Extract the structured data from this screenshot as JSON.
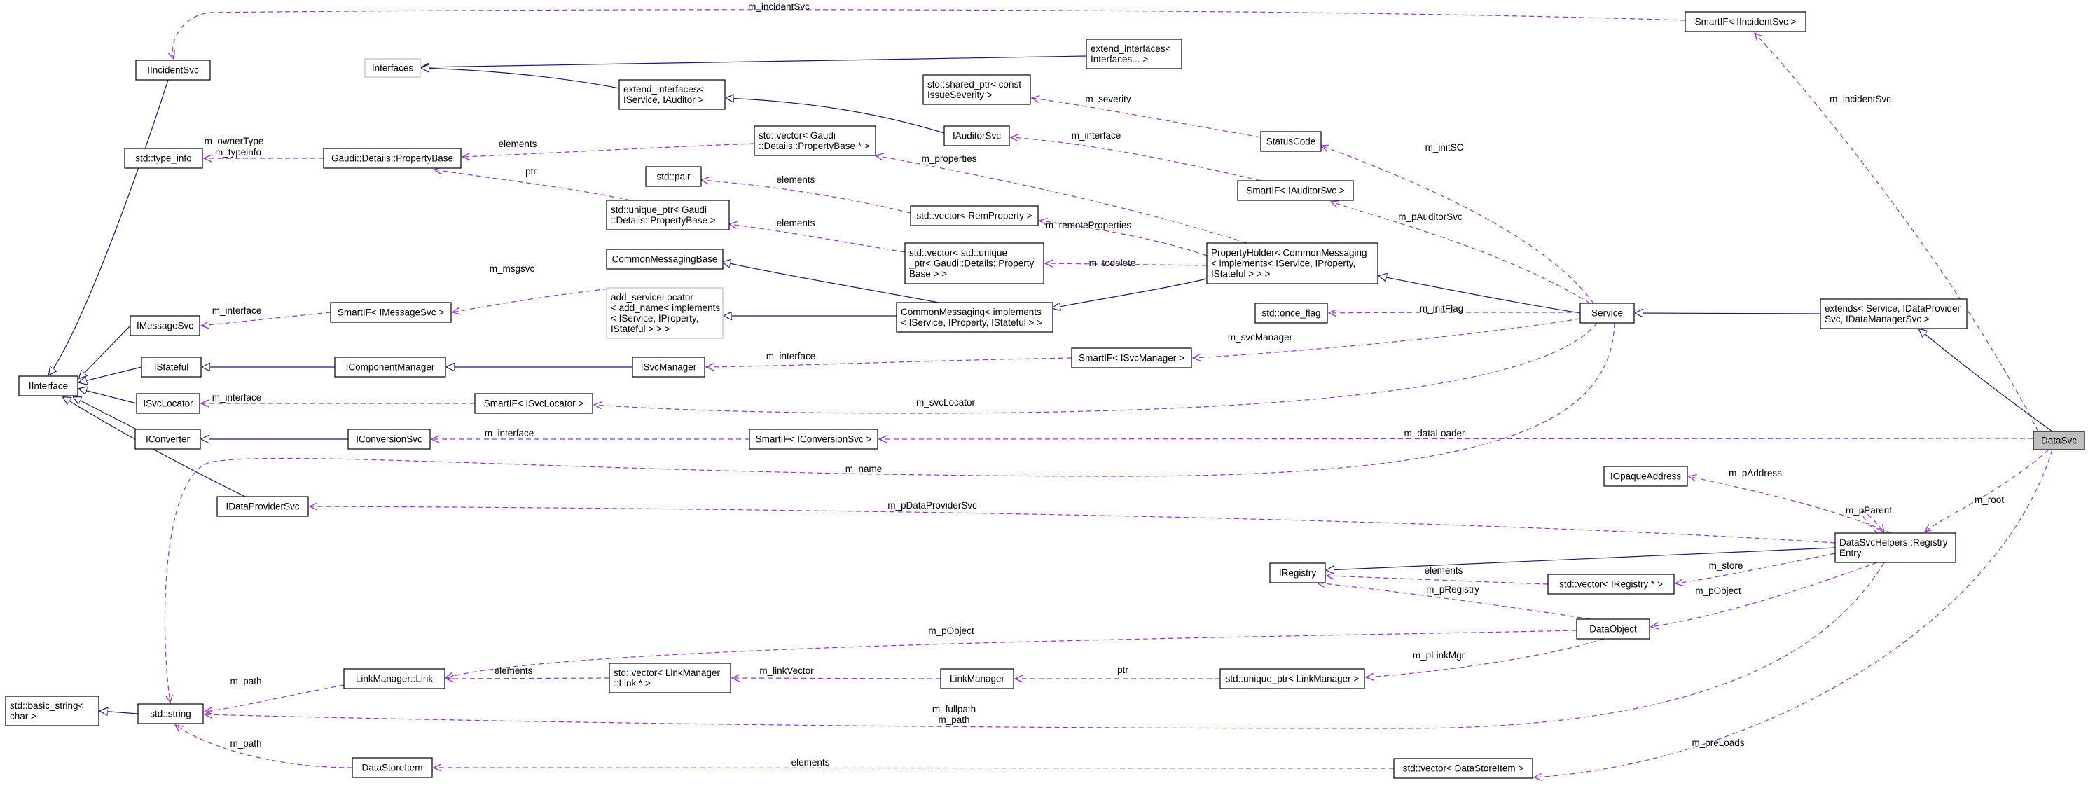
{
  "nodes": [
    {
      "id": "SmartIF_IIncidentSvc",
      "lines": [
        "SmartIF< IIncidentSvc >"
      ]
    },
    {
      "id": "IIncidentSvc",
      "lines": [
        "IIncidentSvc"
      ]
    },
    {
      "id": "Interfaces",
      "lines": [
        "Interfaces"
      ]
    },
    {
      "id": "extend_interfaces_Interfaces",
      "lines": [
        "extend_interfaces<",
        "Interfaces... >"
      ]
    },
    {
      "id": "extend_interfaces_IService_IAuditor",
      "lines": [
        "extend_interfaces<",
        "IService, IAuditor >"
      ]
    },
    {
      "id": "shared_ptr_IssueSeverity",
      "lines": [
        "std::shared_ptr< const",
        "IssueSeverity >"
      ]
    },
    {
      "id": "vector_PropertyBase",
      "lines": [
        "std::vector< Gaudi",
        "::Details::PropertyBase * >"
      ]
    },
    {
      "id": "IAuditorSvc",
      "lines": [
        "IAuditorSvc"
      ]
    },
    {
      "id": "StatusCode",
      "lines": [
        "StatusCode"
      ]
    },
    {
      "id": "std_type_info",
      "lines": [
        "std::type_info"
      ]
    },
    {
      "id": "PropertyBase",
      "lines": [
        "Gaudi::Details::PropertyBase"
      ]
    },
    {
      "id": "SmartIF_IAuditorSvc",
      "lines": [
        "SmartIF< IAuditorSvc >"
      ]
    },
    {
      "id": "std_pair",
      "lines": [
        "std::pair"
      ]
    },
    {
      "id": "vector_RemProperty",
      "lines": [
        "std::vector< RemProperty >"
      ]
    },
    {
      "id": "unique_ptr_PropertyBase",
      "lines": [
        "std::unique_ptr< Gaudi",
        "::Details::PropertyBase >"
      ]
    },
    {
      "id": "vector_unique_ptr_PropertyBase",
      "lines": [
        "std::vector< std::unique",
        "_ptr< Gaudi::Details::Property",
        "Base > >"
      ]
    },
    {
      "id": "PropertyHolder",
      "lines": [
        "PropertyHolder< CommonMessaging",
        "< implements< IService, IProperty,",
        "IStateful > > >"
      ]
    },
    {
      "id": "CommonMessagingBase",
      "lines": [
        "CommonMessagingBase"
      ]
    },
    {
      "id": "add_serviceLocator",
      "lines": [
        "add_serviceLocator",
        "< add_name< implements",
        "< IService, IProperty,",
        "IStateful > > >"
      ]
    },
    {
      "id": "CommonMessaging_implements",
      "lines": [
        "CommonMessaging< implements",
        "< IService, IProperty, IStateful > >"
      ]
    },
    {
      "id": "SmartIF_IMessageSvc",
      "lines": [
        "SmartIF< IMessageSvc >"
      ]
    },
    {
      "id": "IMessageSvc",
      "lines": [
        "IMessageSvc"
      ]
    },
    {
      "id": "std_once_flag",
      "lines": [
        "std::once_flag"
      ]
    },
    {
      "id": "Service",
      "lines": [
        "Service"
      ]
    },
    {
      "id": "extends_Service",
      "lines": [
        "extends< Service, IDataProvider",
        "Svc, IDataManagerSvc >"
      ]
    },
    {
      "id": "IStateful",
      "lines": [
        "IStateful"
      ]
    },
    {
      "id": "IComponentManager",
      "lines": [
        "IComponentManager"
      ]
    },
    {
      "id": "ISvcManager",
      "lines": [
        "ISvcManager"
      ]
    },
    {
      "id": "SmartIF_ISvcManager",
      "lines": [
        "SmartIF< ISvcManager >"
      ]
    },
    {
      "id": "IInterface",
      "lines": [
        "IInterface"
      ]
    },
    {
      "id": "ISvcLocator",
      "lines": [
        "ISvcLocator"
      ]
    },
    {
      "id": "SmartIF_ISvcLocator",
      "lines": [
        "SmartIF< ISvcLocator >"
      ]
    },
    {
      "id": "IConverter",
      "lines": [
        "IConverter"
      ]
    },
    {
      "id": "IConversionSvc",
      "lines": [
        "IConversionSvc"
      ]
    },
    {
      "id": "SmartIF_IConversionSvc",
      "lines": [
        "SmartIF< IConversionSvc >"
      ]
    },
    {
      "id": "DataSvc",
      "lines": [
        "DataSvc"
      ]
    },
    {
      "id": "IOpaqueAddress",
      "lines": [
        "IOpaqueAddress"
      ]
    },
    {
      "id": "IDataProviderSvc",
      "lines": [
        "IDataProviderSvc"
      ]
    },
    {
      "id": "RegistryEntry",
      "lines": [
        "DataSvcHelpers::Registry",
        "Entry"
      ]
    },
    {
      "id": "IRegistry",
      "lines": [
        "IRegistry"
      ]
    },
    {
      "id": "vector_IRegistry",
      "lines": [
        "std::vector< IRegistry * >"
      ]
    },
    {
      "id": "DataObject",
      "lines": [
        "DataObject"
      ]
    },
    {
      "id": "basic_string",
      "lines": [
        "std::basic_string<",
        "char >"
      ]
    },
    {
      "id": "std_string",
      "lines": [
        "std::string"
      ]
    },
    {
      "id": "LinkManager_Link",
      "lines": [
        "LinkManager::Link"
      ]
    },
    {
      "id": "vector_LinkManager_Link",
      "lines": [
        "std::vector< LinkManager",
        "::Link * >"
      ]
    },
    {
      "id": "LinkManager",
      "lines": [
        "LinkManager"
      ]
    },
    {
      "id": "unique_ptr_LinkManager",
      "lines": [
        "std::unique_ptr< LinkManager >"
      ]
    },
    {
      "id": "DataStoreItem",
      "lines": [
        "DataStoreItem"
      ]
    },
    {
      "id": "vector_DataStoreItem",
      "lines": [
        "std::vector< DataStoreItem >"
      ]
    }
  ],
  "edge_labels": [
    {
      "id": "l_incident_1",
      "text": "m_incidentSvc"
    },
    {
      "id": "l_incident_2",
      "text": "m_incidentSvc"
    },
    {
      "id": "l_severity",
      "text": "m_severity"
    },
    {
      "id": "l_interface_aud",
      "text": "m_interface"
    },
    {
      "id": "l_initSC",
      "text": "m_initSC"
    },
    {
      "id": "l_ownerType",
      "text": "m_ownerType"
    },
    {
      "id": "l_typeinfo",
      "text": "m_typeinfo"
    },
    {
      "id": "l_elements_pb",
      "text": "elements"
    },
    {
      "id": "l_properties",
      "text": "m_properties"
    },
    {
      "id": "l_ptr_pb",
      "text": "ptr"
    },
    {
      "id": "l_elements_pair",
      "text": "elements"
    },
    {
      "id": "l_pAuditorSvc",
      "text": "m_pAuditorSvc"
    },
    {
      "id": "l_remoteProperties",
      "text": "m_remoteProperties"
    },
    {
      "id": "l_elements_up",
      "text": "elements"
    },
    {
      "id": "l_todelete",
      "text": "m_todelete"
    },
    {
      "id": "l_msgsvc",
      "text": "m_msgsvc"
    },
    {
      "id": "l_interface_msg",
      "text": "m_interface"
    },
    {
      "id": "l_initFlag",
      "text": "m_initFlag"
    },
    {
      "id": "l_svcManager",
      "text": "m_svcManager"
    },
    {
      "id": "l_interface_svcm",
      "text": "m_interface"
    },
    {
      "id": "l_interface_svcl",
      "text": "m_interface"
    },
    {
      "id": "l_svcLocator",
      "text": "m_svcLocator"
    },
    {
      "id": "l_interface_conv",
      "text": "m_interface"
    },
    {
      "id": "l_dataLoader",
      "text": "m_dataLoader"
    },
    {
      "id": "l_name",
      "text": "m_name"
    },
    {
      "id": "l_root",
      "text": "m_root"
    },
    {
      "id": "l_pAddress",
      "text": "m_pAddress"
    },
    {
      "id": "l_pParent",
      "text": "m_pParent"
    },
    {
      "id": "l_pDataProviderSvc",
      "text": "m_pDataProviderSvc"
    },
    {
      "id": "l_elements_reg",
      "text": "elements"
    },
    {
      "id": "l_store",
      "text": "m_store"
    },
    {
      "id": "l_pRegistry",
      "text": "m_pRegistry"
    },
    {
      "id": "l_pObject_re",
      "text": "m_pObject"
    },
    {
      "id": "l_pObject_link",
      "text": "m_pObject"
    },
    {
      "id": "l_path_link",
      "text": "m_path"
    },
    {
      "id": "l_elements_link",
      "text": "elements"
    },
    {
      "id": "l_linkVector",
      "text": "m_linkVector"
    },
    {
      "id": "l_ptr_lm",
      "text": "ptr"
    },
    {
      "id": "l_pLinkMgr",
      "text": "m_pLinkMgr"
    },
    {
      "id": "l_fullpath",
      "text": "m_fullpath"
    },
    {
      "id": "l_path_re",
      "text": "m_path"
    },
    {
      "id": "l_path_dsi",
      "text": "m_path"
    },
    {
      "id": "l_elements_dsi",
      "text": "elements"
    },
    {
      "id": "l_preLoads",
      "text": "m_preLoads"
    }
  ],
  "colors": {
    "inheritance_edge": "#191970",
    "usage_edge": "#9a32cd",
    "highlight_fill": "#bfbfbf",
    "light_border": "#bfbfbf"
  }
}
